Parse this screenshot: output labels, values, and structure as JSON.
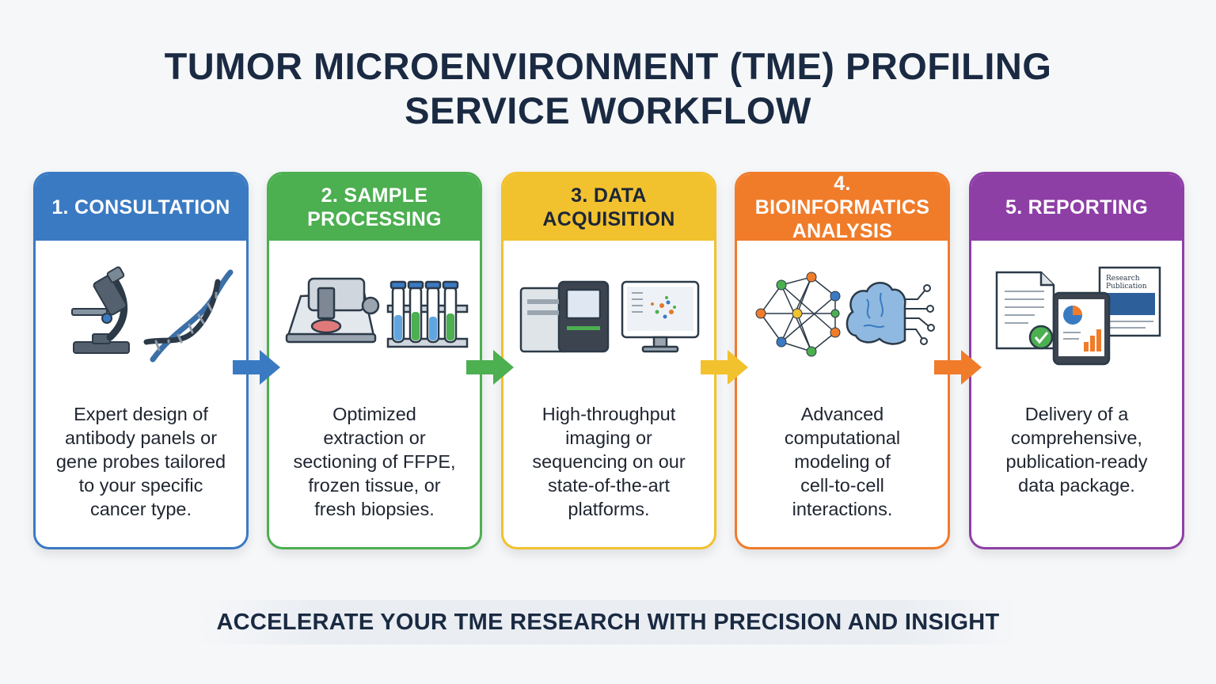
{
  "title": {
    "line1": "TUMOR MICROENVIRONMENT (TME) PROFILING",
    "line2": "SERVICE WORKFLOW"
  },
  "steps": [
    {
      "title": "1. CONSULTATION",
      "description": "Expert design of\nantibody panels or\ngene probes tailored\nto your specific\ncancer type.",
      "color": "#3a7ac2",
      "icons": [
        "microscope-icon",
        "dna-helix-icon"
      ]
    },
    {
      "title": "2. SAMPLE\nPROCESSING",
      "description": "Optimized\nextraction or\nsectioning of FFPE,\nfrozen tissue, or\nfresh biopsies.",
      "color": "#4caf50",
      "icons": [
        "microtome-icon",
        "test-tubes-icon"
      ]
    },
    {
      "title": "3. DATA\nACQUISITION",
      "description": "High-throughput\nimaging or\nsequencing on our\nstate-of-the-art\nplatforms.",
      "color": "#f2c12e",
      "icons": [
        "sequencer-icon",
        "computer-monitor-icon"
      ]
    },
    {
      "title": "4. BIOINFORMATICS\nANALYSIS",
      "description": "Advanced\ncomputational\nmodeling of\ncell-to-cell\ninteractions.",
      "color": "#f07c2a",
      "icons": [
        "network-graph-icon",
        "digital-brain-icon"
      ]
    },
    {
      "title": "5. REPORTING",
      "description": "Delivery of a\ncomprehensive,\npublication-ready\ndata package.",
      "color": "#8e3fa6",
      "icons": [
        "report-document-icon",
        "tablet-chart-icon",
        "research-publication-icon"
      ]
    }
  ],
  "publication_label": "Research\nPublication",
  "footer": "ACCELERATE YOUR TME RESEARCH WITH PRECISION AND INSIGHT"
}
